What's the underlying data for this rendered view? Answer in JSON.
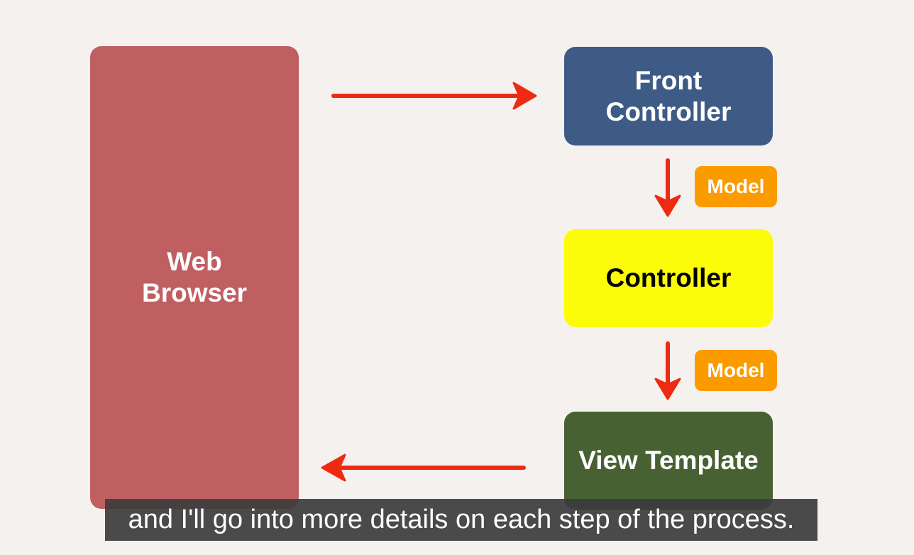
{
  "diagram": {
    "web_browser": "Web\nBrowser",
    "front_controller": "Front\nController",
    "controller": "Controller",
    "view_template": "View Template",
    "model_label_1": "Model",
    "model_label_2": "Model"
  },
  "colors": {
    "web_browser": "#c05f62",
    "front_controller": "#3e5b85",
    "controller": "#fcfc0a",
    "view_template": "#476133",
    "model": "#fb9b00",
    "arrow": "#ee2a12",
    "background": "#f4f1ee"
  },
  "caption": "and I'll go into more details on each step of the process."
}
